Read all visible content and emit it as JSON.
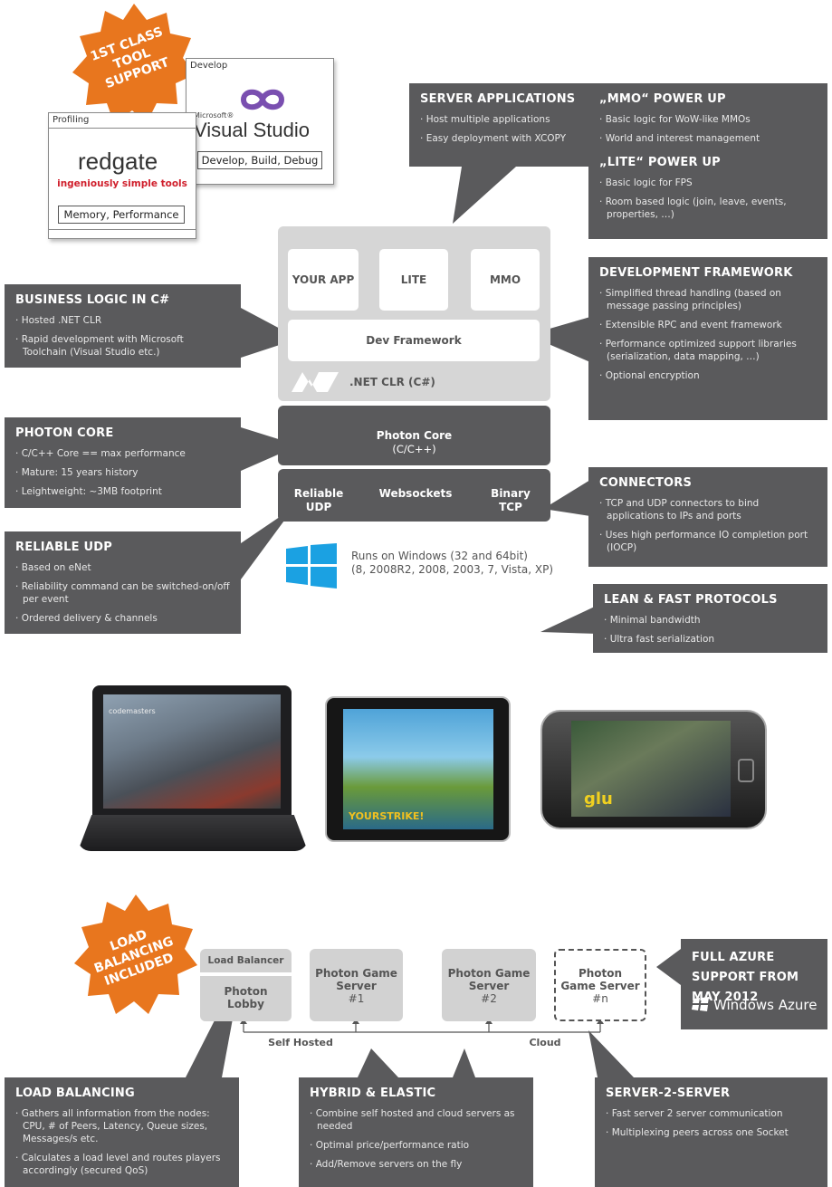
{
  "badges": {
    "tool_support": "1ST CLASS TOOL SUPPORT",
    "load_balancing": "LOAD BALANCING INCLUDED"
  },
  "tools": {
    "develop": {
      "tag": "Develop",
      "logo_small": "Microsoft®",
      "logo": "Visual Studio",
      "caption": "Develop, Build, Debug"
    },
    "profiling": {
      "tag": "Profiling",
      "logo": "redgate",
      "slogan": "ingeniously simple tools",
      "caption": "Memory, Performance"
    }
  },
  "callouts": {
    "server_apps": {
      "title": "SERVER APPLICATIONS",
      "items": [
        "Host multiple applications",
        "Easy deployment with XCOPY"
      ]
    },
    "mmo": {
      "title": "„MMO“ POWER UP",
      "items": [
        "Basic logic for WoW-like MMOs",
        "World and interest management"
      ]
    },
    "lite": {
      "title": "„LITE“ POWER UP",
      "items": [
        "Basic logic for FPS",
        "Room based logic (join, leave, events, properties, …)"
      ]
    },
    "business": {
      "title": "BUSINESS LOGIC IN C#",
      "items": [
        "Hosted .NET CLR",
        "Rapid development with Microsoft Toolchain (Visual Studio etc.)"
      ]
    },
    "devframework": {
      "title": "DEVELOPMENT FRAMEWORK",
      "items": [
        "Simplified thread handling (based on message passing principles)",
        "Extensible RPC and event framework",
        "Performance optimized support libraries (serialization, data mapping, …)",
        "Optional encryption"
      ]
    },
    "photon_core": {
      "title": "PHOTON CORE",
      "items": [
        "C/C++ Core == max performance",
        "Mature:  15 years history",
        "Leightweight: ~3MB footprint"
      ]
    },
    "connectors": {
      "title": "CONNECTORS",
      "items": [
        "TCP and UDP connectors to bind applications to IPs and ports",
        "Uses high performance IO completion port (IOCP)"
      ]
    },
    "reliable_udp": {
      "title": "RELIABLE UDP",
      "items": [
        "Based on eNet",
        "Reliability command can be switched-on/off per event",
        "Ordered delivery & channels"
      ]
    },
    "lean": {
      "title": "LEAN & FAST PROTOCOLS",
      "items": [
        "Minimal bandwidth",
        "Ultra fast serialization"
      ]
    },
    "azure": {
      "title": "FULL AZURE SUPPORT FROM MAY 2012",
      "logo": "Windows Azure"
    },
    "load_balancing": {
      "title": "LOAD BALANCING",
      "items": [
        "Gathers all information from the nodes: CPU, # of Peers, Latency, Queue sizes, Messages/s etc.",
        "Calculates a load level and routes players accordingly (secured QoS)"
      ]
    },
    "hybrid": {
      "title": "HYBRID & ELASTIC",
      "items": [
        "Combine self hosted and cloud servers as needed",
        "Optimal price/performance ratio",
        "Add/Remove servers on the fly"
      ]
    },
    "s2s": {
      "title": "SERVER-2-SERVER",
      "items": [
        "Fast server 2 server communication",
        "Multiplexing peers across one Socket"
      ]
    }
  },
  "stack": {
    "your_app": "YOUR APP",
    "lite": "LITE",
    "mmo": "MMO",
    "dev_framework": "Dev Framework",
    "clr": ".NET CLR (C#)",
    "core_title": "Photon Core",
    "core_sub": "(C/C++)",
    "reliable_udp": "Reliable UDP",
    "websockets": "Websockets",
    "binary_tcp": "Binary TCP",
    "windows_line1": "Runs on Windows (32 and 64bit)",
    "windows_line2": "(8, 2008R2, 2008, 2003, 7, Vista, XP)"
  },
  "devices": {
    "laptop_brand": "codemasters",
    "tablet_game": "YOURSTRIKE!",
    "phone_brand": "glu"
  },
  "cluster": {
    "lb_header": "Load Balancer",
    "lobby": "Photon Lobby",
    "servers": [
      {
        "title": "Photon Game Server",
        "num": "#1"
      },
      {
        "title": "Photon Game Server",
        "num": "#2"
      },
      {
        "title": "Photon Game Server",
        "num": "#n"
      }
    ],
    "self_hosted": "Self Hosted",
    "cloud": "Cloud"
  },
  "colors": {
    "panel": "#5a5a5c",
    "light": "#d6d6d6",
    "badge": "#e8761e",
    "windows": "#1ba1e2"
  }
}
